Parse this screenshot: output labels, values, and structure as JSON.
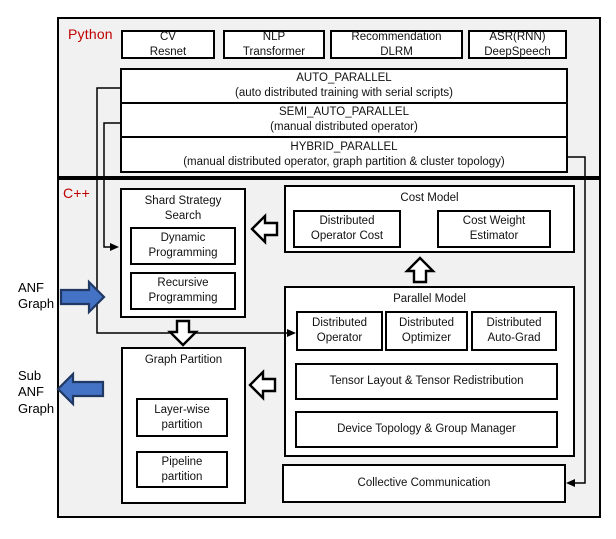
{
  "python_section": {
    "label": "Python",
    "apps": [
      {
        "label": "CV\nResnet"
      },
      {
        "label": "NLP\nTransformer"
      },
      {
        "label": "Recommendation\nDLRM"
      },
      {
        "label": "ASR(RNN)\nDeepSpeech"
      }
    ],
    "modes": [
      {
        "label": "AUTO_PARALLEL\n(auto distributed training with serial scripts)"
      },
      {
        "label": "SEMI_AUTO_PARALLEL\n(manual distributed operator)"
      },
      {
        "label": "HYBRID_PARALLEL\n(manual distributed operator, graph partition & cluster topology)"
      }
    ]
  },
  "cpp_section": {
    "label": "C++",
    "shard_strategy_search": {
      "title": "Shard Strategy\nSearch",
      "items": [
        {
          "label": "Dynamic\nProgramming"
        },
        {
          "label": "Recursive\nProgramming"
        }
      ]
    },
    "cost_model": {
      "title": "Cost Model",
      "items": [
        {
          "label": "Distributed\nOperator Cost"
        },
        {
          "label": "Cost Weight\nEstimator"
        }
      ]
    },
    "parallel_model": {
      "title": "Parallel Model",
      "items": [
        {
          "label": "Distributed\nOperator"
        },
        {
          "label": "Distributed\nOptimizer"
        },
        {
          "label": "Distributed\nAuto-Grad"
        }
      ],
      "wide_items": [
        {
          "label": "Tensor Layout & Tensor Redistribution"
        },
        {
          "label": "Device Topology & Group Manager"
        }
      ]
    },
    "graph_partition": {
      "title": "Graph Partition",
      "items": [
        {
          "label": "Layer-wise\npartition"
        },
        {
          "label": "Pipeline\npartition"
        }
      ]
    },
    "collective_communication": {
      "label": "Collective Communication"
    }
  },
  "io": {
    "input_label": "ANF\nGraph",
    "output_label": "Sub\nANF\nGraph"
  },
  "colors": {
    "accent_red": "#C00000",
    "arrow_blue": "#4472C4"
  }
}
